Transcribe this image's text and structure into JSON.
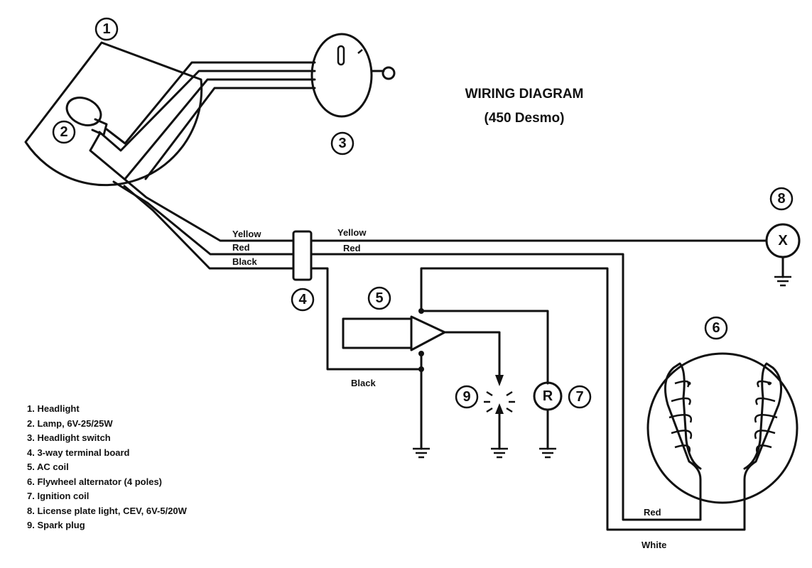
{
  "title": {
    "line1": "WIRING DIAGRAM",
    "line2": "(450 Desmo)"
  },
  "callouts": [
    "1",
    "2",
    "3",
    "4",
    "5",
    "6",
    "7",
    "8",
    "9"
  ],
  "symbols": {
    "ignition_coil": "R",
    "license_light": "X"
  },
  "wire_labels": {
    "yellow_left": "Yellow",
    "red_left": "Red",
    "black_left": "Black",
    "yellow_right": "Yellow",
    "red_right": "Red",
    "black_bottom": "Black",
    "red_alternator": "Red",
    "white_alternator": "White"
  },
  "legend": [
    "1.  Headlight",
    "2.  Lamp, 6V-25/25W",
    "3.  Headlight switch",
    "4.  3-way terminal board",
    "5.  AC coil",
    "6.  Flywheel alternator (4 poles)",
    "7.  Ignition coil",
    "8.  License plate light, CEV, 6V-5/20W",
    "9.  Spark plug"
  ]
}
